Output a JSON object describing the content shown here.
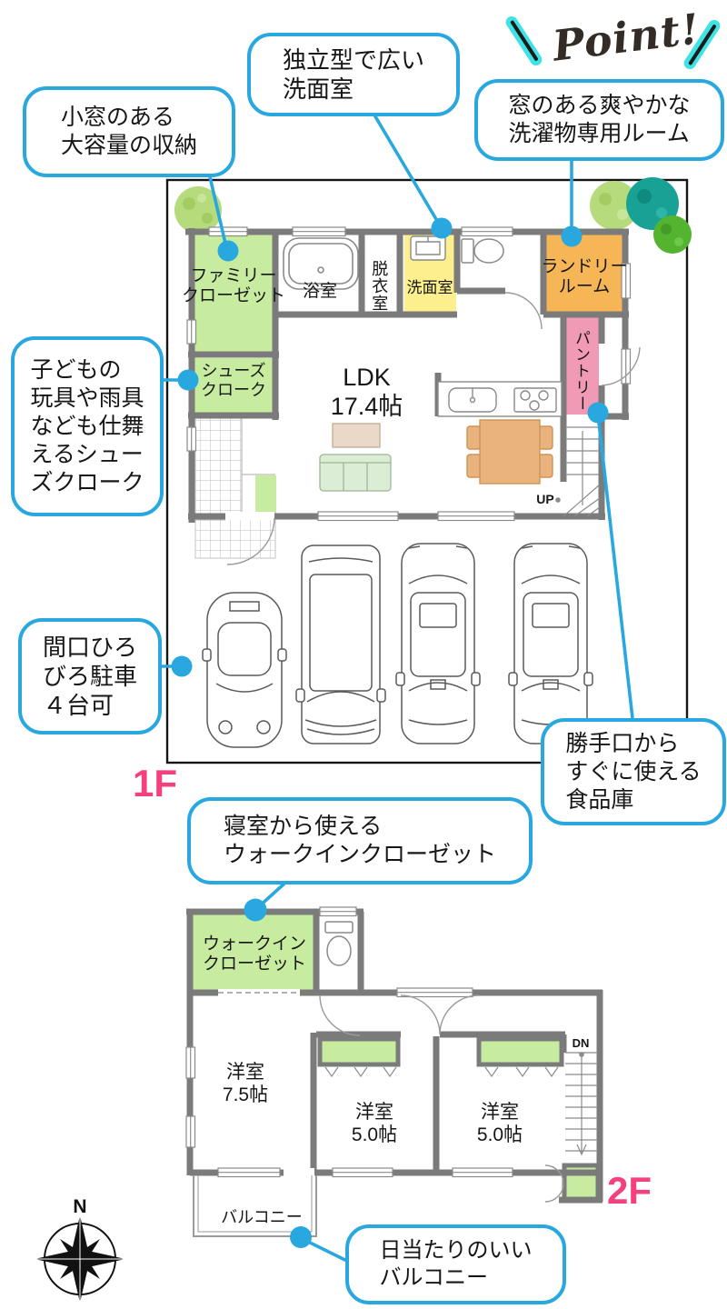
{
  "point_label": "Point!",
  "colors": {
    "accent_blue": "#29a8e0",
    "cyan_slash": "#3fe3e6",
    "floor_label_pink": "#f4407d",
    "wall_gray": "#7b7b7b",
    "room_green": "#c8ec9f",
    "room_yellow": "#fdee8e",
    "room_orange": "#f6b656",
    "room_pink": "#f19ab5"
  },
  "callouts": {
    "storage": {
      "text": "小窓のある\n大容量の収納"
    },
    "washroom": {
      "text": "独立型で広い\n洗面室"
    },
    "laundry": {
      "text": "窓のある爽やかな\n洗濯物専用ルーム"
    },
    "shoes": {
      "text": "子どもの\n玩具や雨具\nなども仕舞\nえるシュー\nズクローク"
    },
    "parking": {
      "text": "間口ひろ\nびろ駐車\n４台可"
    },
    "pantry": {
      "text": "勝手口から\nすぐに使える\n食品庫"
    },
    "wic": {
      "text": "寝室から使える\nウォークインクローゼット"
    },
    "balcony": {
      "text": "日当たりのいい\nバルコニー"
    }
  },
  "floor1": {
    "label": "1F",
    "rooms": {
      "family_closet": "ファミリー\nクローゼット",
      "bath": "浴室",
      "dressing": "脱衣室",
      "washroom": "洗面室",
      "laundry_room": "ランドリー\nルーム",
      "pantry": "パントリー",
      "shoes_cloak": "シューズ\nクローク",
      "ldk": "LDK\n17.4帖",
      "stairs_up": "UP"
    }
  },
  "floor2": {
    "label": "2F",
    "rooms": {
      "walk_in_closet": "ウォークイン\nクローゼット",
      "bedroom_75": "洋室\n7.5帖",
      "bedroom_50a": "洋室\n5.0帖",
      "bedroom_50b": "洋室\n5.0帖",
      "stairs_down": "DN",
      "balcony": "バルコニー"
    }
  },
  "compass": {
    "north": "N"
  }
}
